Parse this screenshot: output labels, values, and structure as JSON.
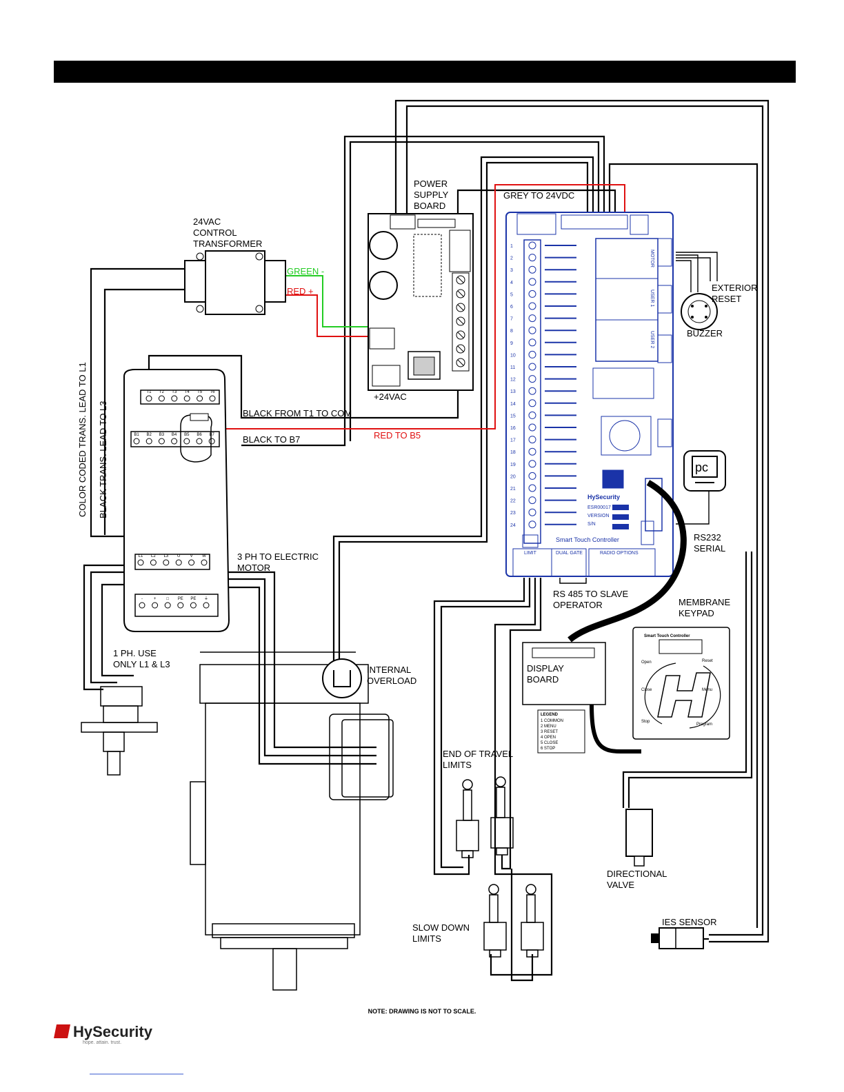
{
  "labels": {
    "power_supply_board": [
      "POWER",
      "SUPPLY",
      "BOARD"
    ],
    "grey_to_24vdc": "GREY TO 24VDC",
    "control_transformer": [
      "24VAC",
      "CONTROL",
      "TRANSFORMER"
    ],
    "green": "GREEN -",
    "red": "RED +",
    "plus_24vac": "+24VAC",
    "black_t1_com": "BLACK FROM T1 TO COM",
    "black_b7": "BLACK TO B7",
    "red_b5": "RED TO B5",
    "color_coded": "COLOR CODED TRANS. LEAD TO L1",
    "black_trans": "BLACK TRANS. LEAD TO L3",
    "three_ph": [
      "3 PH TO ELECTRIC",
      "MOTOR"
    ],
    "one_ph": [
      "1 PH. USE",
      "ONLY L1 & L3"
    ],
    "internal_overload": [
      "INTERNAL",
      "OVERLOAD"
    ],
    "exterior_reset": [
      "EXTERIOR",
      "RESET"
    ],
    "buzzer": "BUZZER",
    "pc": "pc",
    "rs232": [
      "RS232",
      "SERIAL"
    ],
    "rs485": [
      "RS 485 TO SLAVE",
      "OPERATOR"
    ],
    "membrane_keypad": [
      "MEMBRANE",
      "KEYPAD"
    ],
    "display_board": [
      "DISPLAY",
      "BOARD"
    ],
    "end_of_travel": [
      "END OF TRAVEL",
      "LIMITS"
    ],
    "slow_down": [
      "SLOW DOWN",
      "LIMITS"
    ],
    "directional_valve": [
      "DIRECTIONAL",
      "VALVE"
    ],
    "ies_sensor": "IES SENSOR",
    "note": "NOTE: DRAWING IS NOT TO SCALE."
  },
  "controller": {
    "name": "Smart Touch Controller",
    "brand": "HySecurity",
    "terminal_numbers": [
      "1",
      "2",
      "3",
      "4",
      "5",
      "6",
      "7",
      "8",
      "9",
      "10",
      "11",
      "12",
      "13",
      "14",
      "15",
      "16",
      "17",
      "18",
      "19",
      "20",
      "21",
      "22",
      "23",
      "24"
    ],
    "dual_gate": "DUAL GATE",
    "radio_options": "RADIO OPTIONS",
    "limit": "LIMIT",
    "esr": "ESR00017",
    "version": "VERSION",
    "sn": "S/N",
    "motor": "MOTOR",
    "user1": "USER 1",
    "user2": "USER 2"
  },
  "vfd": {
    "t_terminals": [
      "T1",
      "T2",
      "T3",
      "T4",
      "T5",
      "T6"
    ],
    "b_terminals": [
      "B1",
      "B2",
      "B3",
      "B4",
      "B5",
      "B6",
      "B7"
    ],
    "power_terminals": [
      "L1",
      "L2",
      "L3",
      "U",
      "V",
      "W"
    ],
    "bottom_terminals": [
      "-",
      "+",
      "□",
      "PE",
      "PE",
      "⏚"
    ]
  },
  "keypad": {
    "title": "Smart Touch Controller",
    "brand": "HySecurity",
    "keys": [
      "Open",
      "Close",
      "Stop",
      "Reset",
      "Menu",
      "Program"
    ]
  },
  "legend": {
    "title": "LEGEND",
    "items": [
      "1 COMMON",
      "2 MENU",
      "3 RESET",
      "4 OPEN",
      "5 CLOSE",
      "6 STOP"
    ]
  },
  "logo": {
    "text": "HySecurity",
    "tagline": "hope. attain. trust."
  },
  "colors": {
    "red_wire": "#e01010",
    "green_wire": "#22cc22",
    "board_blue": "#1a33a8",
    "header": "#000000"
  }
}
